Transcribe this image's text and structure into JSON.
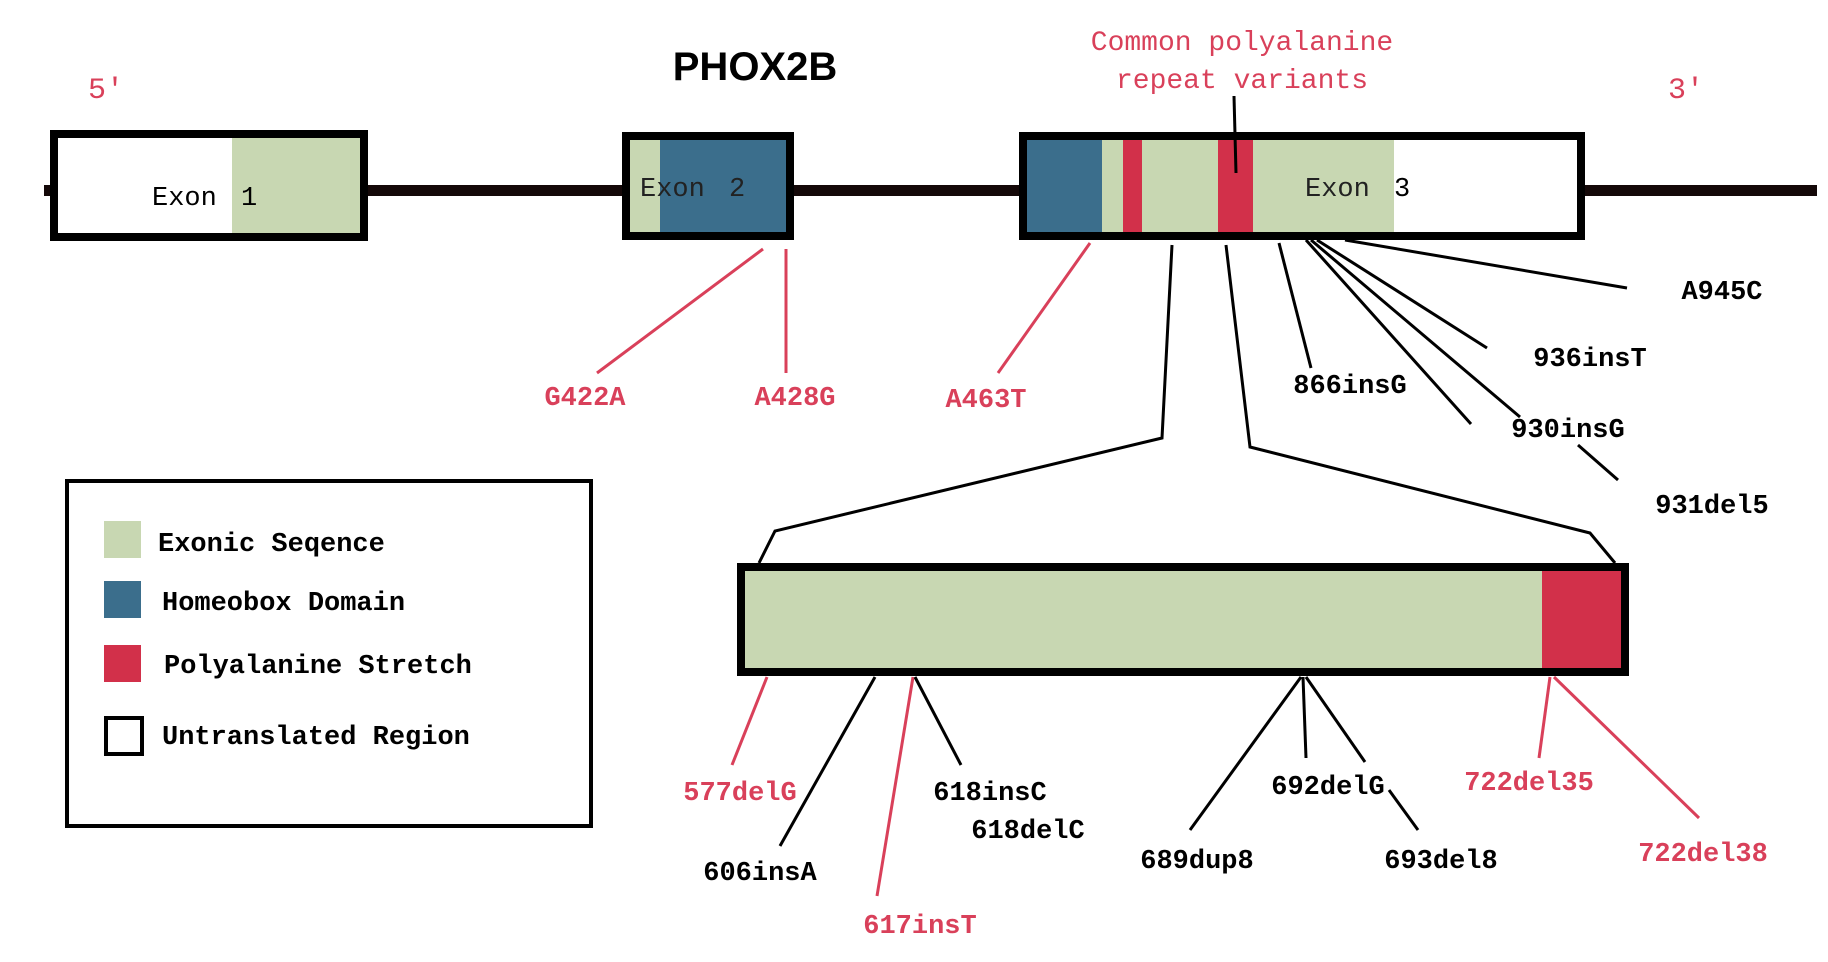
{
  "title": "PHOX2B",
  "strand": {
    "five_prime": "5'",
    "three_prime": "3'"
  },
  "annotation": {
    "line1": "Common polyalanine",
    "line2": "repeat variants"
  },
  "colors": {
    "exonic": "#c8d7b2",
    "homeobox": "#3b6e8c",
    "polyalanine": "#d2304a",
    "utr": "#ffffff",
    "outline": "#000000",
    "highlight_text": "#d9405a",
    "normal_text": "#000000"
  },
  "exons": [
    {
      "label_word": "Exon",
      "label_num": "1",
      "segments": [
        "utr",
        "exonic"
      ]
    },
    {
      "label_word": "Exon",
      "label_num": "2",
      "segments": [
        "exonic",
        "homeobox"
      ]
    },
    {
      "label_word": "Exon",
      "label_num": "3",
      "segments": [
        "homeobox",
        "exonic",
        "polyalanine",
        "exonic",
        "polyalanine",
        "exonic",
        "utr"
      ]
    }
  ],
  "variants_upper": [
    {
      "label": "G422A",
      "highlight": true
    },
    {
      "label": "A428G",
      "highlight": true
    },
    {
      "label": "A463T",
      "highlight": true
    },
    {
      "label": "866insG",
      "highlight": false
    },
    {
      "label": "936insT",
      "highlight": false
    },
    {
      "label": "A945C",
      "highlight": false
    },
    {
      "label": "930insG",
      "highlight": false
    },
    {
      "label": "931del5",
      "highlight": false
    }
  ],
  "variants_lower": [
    {
      "label": "577delG",
      "highlight": true
    },
    {
      "label": "606insA",
      "highlight": false
    },
    {
      "label": "617insT",
      "highlight": true
    },
    {
      "label": "618insC",
      "highlight": false
    },
    {
      "label": "618delC",
      "highlight": false
    },
    {
      "label": "689dup8",
      "highlight": false
    },
    {
      "label": "692delG",
      "highlight": false
    },
    {
      "label": "693del8",
      "highlight": false
    },
    {
      "label": "722del35",
      "highlight": true
    },
    {
      "label": "722del38",
      "highlight": true
    }
  ],
  "legend": [
    {
      "label": "Exonic Seqence",
      "key": "exonic"
    },
    {
      "label": "Homeobox Domain",
      "key": "homeobox"
    },
    {
      "label": "Polyalanine Stretch",
      "key": "polyalanine"
    },
    {
      "label": "Untranslated Region",
      "key": "utr"
    }
  ]
}
